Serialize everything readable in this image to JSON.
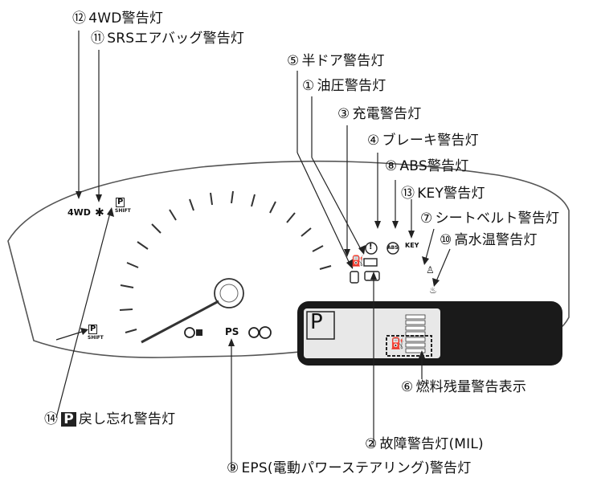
{
  "labels": {
    "l12": {
      "num": "⑫",
      "text": "4WD警告灯"
    },
    "l11": {
      "num": "⑪",
      "text": "SRSエアバッグ警告灯"
    },
    "l5": {
      "num": "⑤",
      "text": "半ドア警告灯"
    },
    "l1": {
      "num": "①",
      "text": "油圧警告灯"
    },
    "l3": {
      "num": "③",
      "text": "充電警告灯"
    },
    "l4": {
      "num": "④",
      "text": "ブレーキ警告灯"
    },
    "l8": {
      "num": "⑧",
      "text": "ABS警告灯"
    },
    "l13": {
      "num": "⑬",
      "text": "KEY警告灯"
    },
    "l7": {
      "num": "⑦",
      "text": "シートベルト警告灯"
    },
    "l10": {
      "num": "⑩",
      "text": "高水温警告灯"
    },
    "l6": {
      "num": "⑥",
      "text": "燃料残量警告表示"
    },
    "l14": {
      "num": "⑭",
      "p": "P",
      "text": "戻し忘れ警告灯"
    },
    "l2": {
      "num": "②",
      "text": "故障警告灯(MIL)"
    },
    "l9": {
      "num": "⑨",
      "text": "EPS(電動パワーステアリング)警告灯"
    }
  },
  "icons": {
    "fourwd": "4WD",
    "ps": "PS",
    "key": "KEY",
    "abs": "ABS",
    "shift": "SHIFT",
    "p": "P",
    "lcd_p": "P"
  }
}
